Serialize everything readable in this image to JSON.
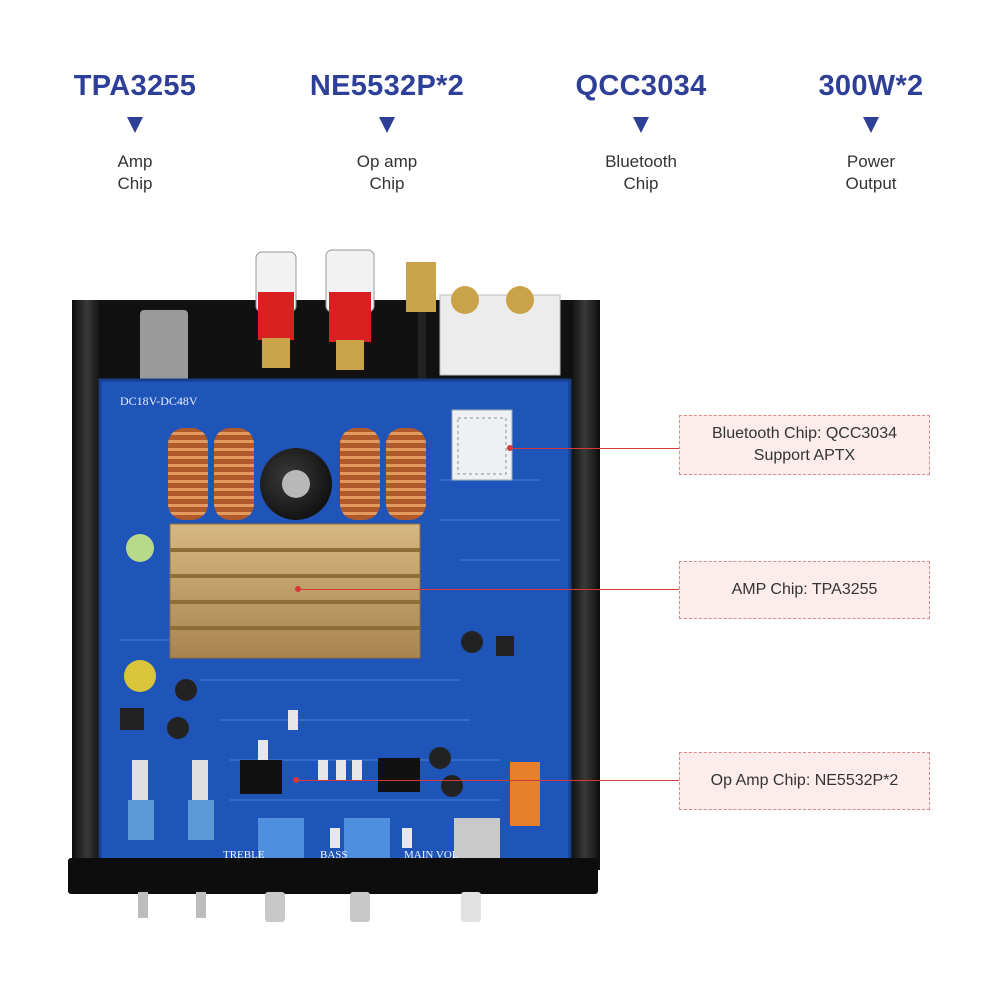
{
  "specs": [
    {
      "title": "TPA3255",
      "desc": "Amp\nChip"
    },
    {
      "title": "NE5532P*2",
      "desc": "Op amp\nChip"
    },
    {
      "title": "QCC3034",
      "desc": "Bluetooth\nChip"
    },
    {
      "title": "300W*2",
      "desc": "Power\nOutput"
    }
  ],
  "callouts": [
    {
      "text": "Bluetooth Chip: QCC3034\nSupport APTX"
    },
    {
      "text": "AMP Chip: TPA3255"
    },
    {
      "text": "Op Amp Chip: NE5532P*2"
    }
  ],
  "board": {
    "power_label": "DC18V-DC48V",
    "knob_labels": [
      "TREBLE",
      "BASS",
      "MAIN VOL"
    ]
  },
  "colors": {
    "accent": "#2e3f97",
    "pcb": "#1f55b8",
    "callout_bg": "#fcecec",
    "callout_line": "#d53a3a"
  }
}
